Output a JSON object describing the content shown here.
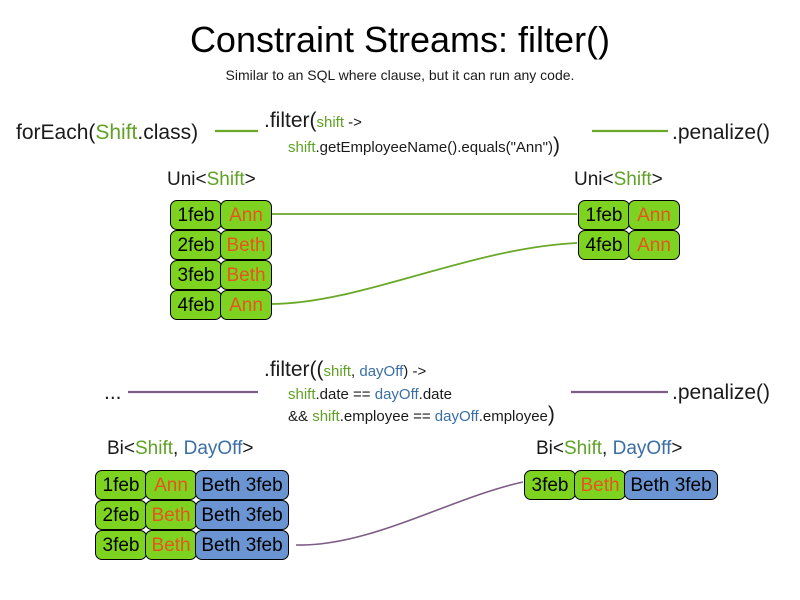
{
  "header": {
    "title": "Constraint Streams: filter()",
    "subtitle": "Similar to an SQL where clause, but it can run any code."
  },
  "colors": {
    "shift_green": "#7ed321",
    "dayoff_blue": "#6a95d2",
    "name_orange": "#e8541f",
    "shift_keyword": "#5fa226",
    "dayoff_keyword": "#3a6ea5",
    "wire_green": "#6aa828",
    "wire_purple": "#7d5d85",
    "text_black": "#1a1a1a"
  },
  "pipeline_uni": {
    "source_label": "forEach(",
    "source_type": "Shift",
    "source_suffix": ".class)",
    "filter_open": ".filter(",
    "filter_param": "shift",
    "filter_arrow": " ->",
    "filter_body_var": "shift",
    "filter_body_rest": ".getEmployeeName().equals(\"Ann\")",
    "filter_close": ")",
    "terminal_label": ".penalize()",
    "input_caption_prefix": "Uni<",
    "input_caption_type": "Shift",
    "input_caption_suffix": ">",
    "output_caption_prefix": "Uni<",
    "output_caption_type": "Shift",
    "output_caption_suffix": ">",
    "input_rows": [
      {
        "date": "1feb",
        "employee": "Ann"
      },
      {
        "date": "2feb",
        "employee": "Beth"
      },
      {
        "date": "3feb",
        "employee": "Beth"
      },
      {
        "date": "4feb",
        "employee": "Ann"
      }
    ],
    "output_rows": [
      {
        "date": "1feb",
        "employee": "Ann"
      },
      {
        "date": "4feb",
        "employee": "Ann"
      }
    ]
  },
  "pipeline_bi": {
    "source_label": "...",
    "filter_open": ".filter((",
    "filter_param_a": "shift",
    "filter_param_sep": ", ",
    "filter_param_b": "dayOff",
    "filter_arrow": ") ->",
    "filter_line2_a": "shift",
    "filter_line2_mid": ".date == ",
    "filter_line2_b": "dayOff",
    "filter_line2_end": ".date",
    "filter_line3_pre": "&& ",
    "filter_line3_a": "shift",
    "filter_line3_mid": ".employee == ",
    "filter_line3_b": "dayOff",
    "filter_line3_end": ".employee",
    "filter_close": ")",
    "terminal_label": ".penalize()",
    "input_caption_prefix": "Bi<",
    "input_caption_type_a": "Shift",
    "input_caption_sep": ", ",
    "input_caption_type_b": "DayOff",
    "input_caption_suffix": ">",
    "output_caption_prefix": "Bi<",
    "output_caption_type_a": "Shift",
    "output_caption_sep": ", ",
    "output_caption_type_b": "DayOff",
    "output_caption_suffix": ">",
    "input_rows": [
      {
        "date": "1feb",
        "employee": "Ann",
        "dayoff": "Beth 3feb"
      },
      {
        "date": "2feb",
        "employee": "Beth",
        "dayoff": "Beth 3feb"
      },
      {
        "date": "3feb",
        "employee": "Beth",
        "dayoff": "Beth 3feb"
      }
    ],
    "output_rows": [
      {
        "date": "3feb",
        "employee": "Beth",
        "dayoff": "Beth 3feb"
      }
    ]
  }
}
